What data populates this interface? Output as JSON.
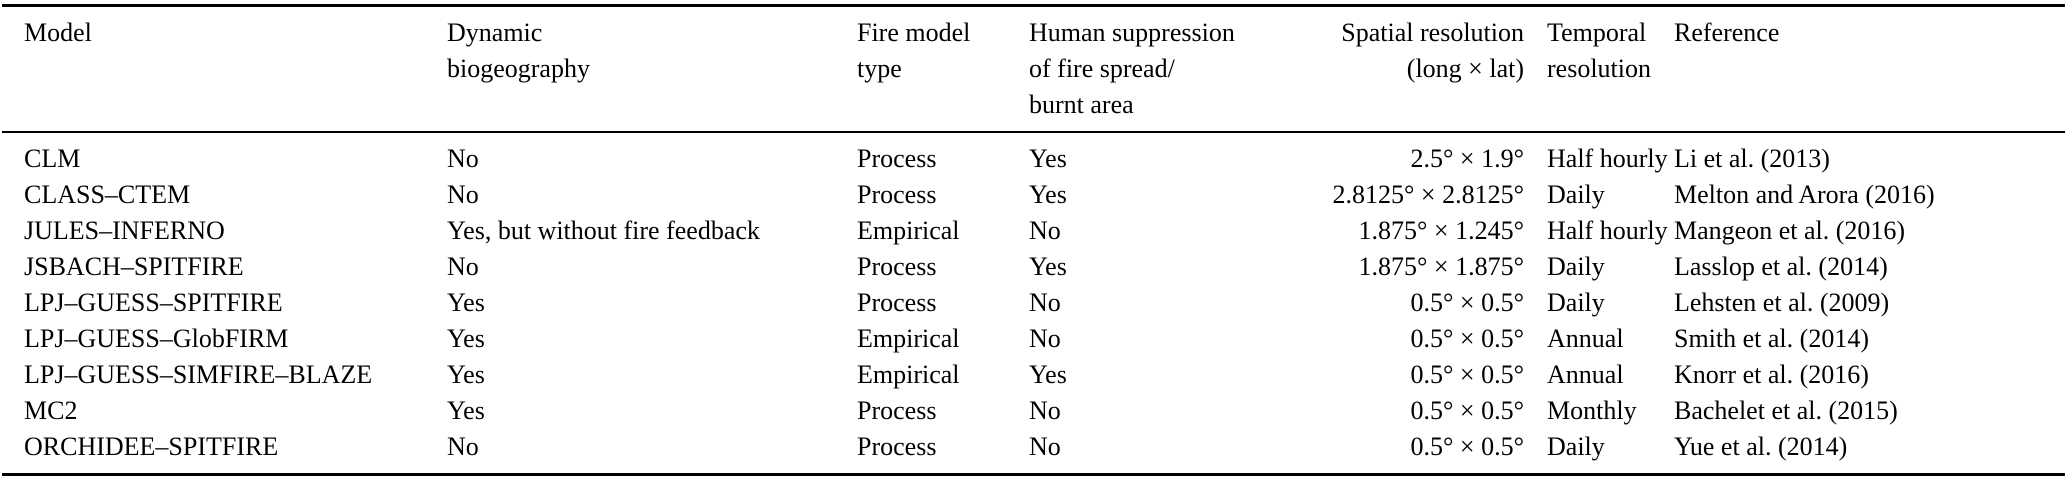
{
  "colors": {
    "background": "#ffffff",
    "text": "#000000",
    "rule": "#000000"
  },
  "table": {
    "headers": {
      "model": [
        "Model"
      ],
      "dynamic_biogeography": [
        "Dynamic",
        "biogeography"
      ],
      "fire_model_type": [
        "Fire model",
        "type"
      ],
      "human_suppression": [
        "Human suppression",
        "of fire spread/",
        "burnt area"
      ],
      "spatial_resolution": [
        "Spatial resolution",
        "(long × lat)"
      ],
      "temporal_resolution": [
        "Temporal",
        "resolution"
      ],
      "reference": [
        "Reference"
      ]
    },
    "rows": [
      [
        "CLM",
        "No",
        "Process",
        "Yes",
        "2.5° × 1.9°",
        "Half hourly",
        "Li et al. (2013)"
      ],
      [
        "CLASS–CTEM",
        "No",
        "Process",
        "Yes",
        "2.8125° × 2.8125°",
        "Daily",
        "Melton and Arora (2016)"
      ],
      [
        "JULES–INFERNO",
        "Yes, but without fire feedback",
        "Empirical",
        "No",
        "1.875° × 1.245°",
        "Half hourly",
        "Mangeon et al. (2016)"
      ],
      [
        "JSBACH–SPITFIRE",
        "No",
        "Process",
        "Yes",
        "1.875° × 1.875°",
        "Daily",
        "Lasslop et al. (2014)"
      ],
      [
        "LPJ–GUESS–SPITFIRE",
        "Yes",
        "Process",
        "No",
        "0.5° × 0.5°",
        "Daily",
        "Lehsten et al. (2009)"
      ],
      [
        "LPJ–GUESS–GlobFIRM",
        "Yes",
        "Empirical",
        "No",
        "0.5° × 0.5°",
        "Annual",
        "Smith et al. (2014)"
      ],
      [
        "LPJ–GUESS–SIMFIRE–BLAZE",
        "Yes",
        "Empirical",
        "Yes",
        "0.5° × 0.5°",
        "Annual",
        "Knorr et al. (2016)"
      ],
      [
        "MC2",
        "Yes",
        "Process",
        "No",
        "0.5° × 0.5°",
        "Monthly",
        "Bachelet et al. (2015)"
      ],
      [
        "ORCHIDEE–SPITFIRE",
        "No",
        "Process",
        "No",
        "0.5° × 0.5°",
        "Daily",
        "Yue et al. (2014)"
      ]
    ]
  }
}
